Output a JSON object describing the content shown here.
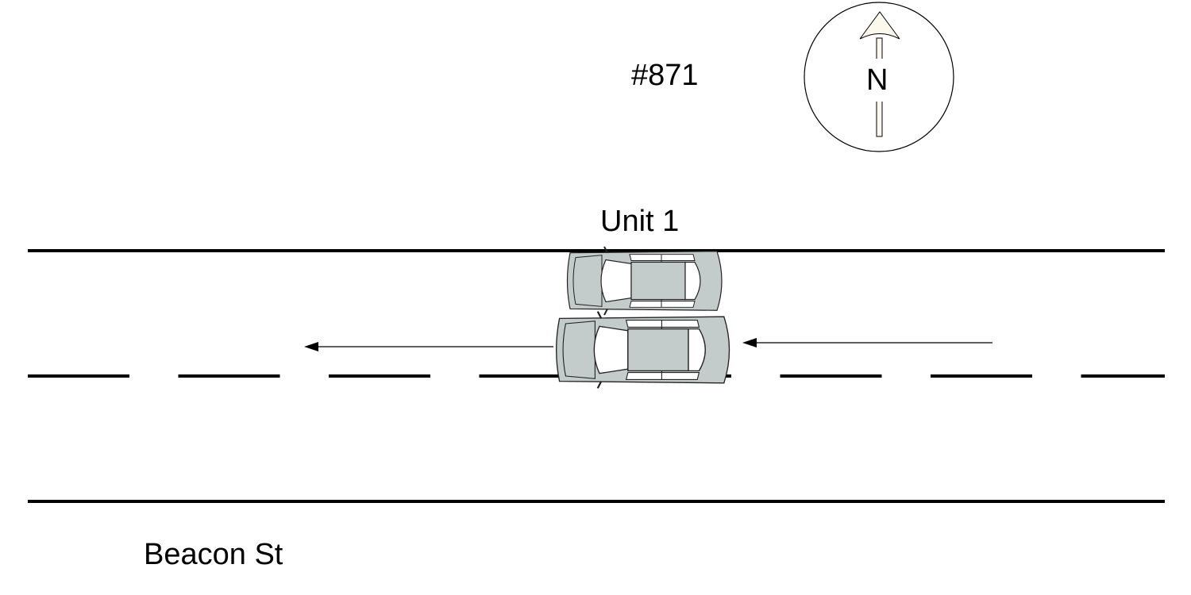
{
  "diagram": {
    "case_number": "#871",
    "vehicle_label": "Unit 1",
    "street_name": "Beacon St",
    "north_label": "N",
    "vehicle_count": 2,
    "travel_direction": "west"
  },
  "colors": {
    "vehicle_fill": "#c4cbcb",
    "road_line": "#000000",
    "north_arrow_fill": "#fdf8ec"
  }
}
